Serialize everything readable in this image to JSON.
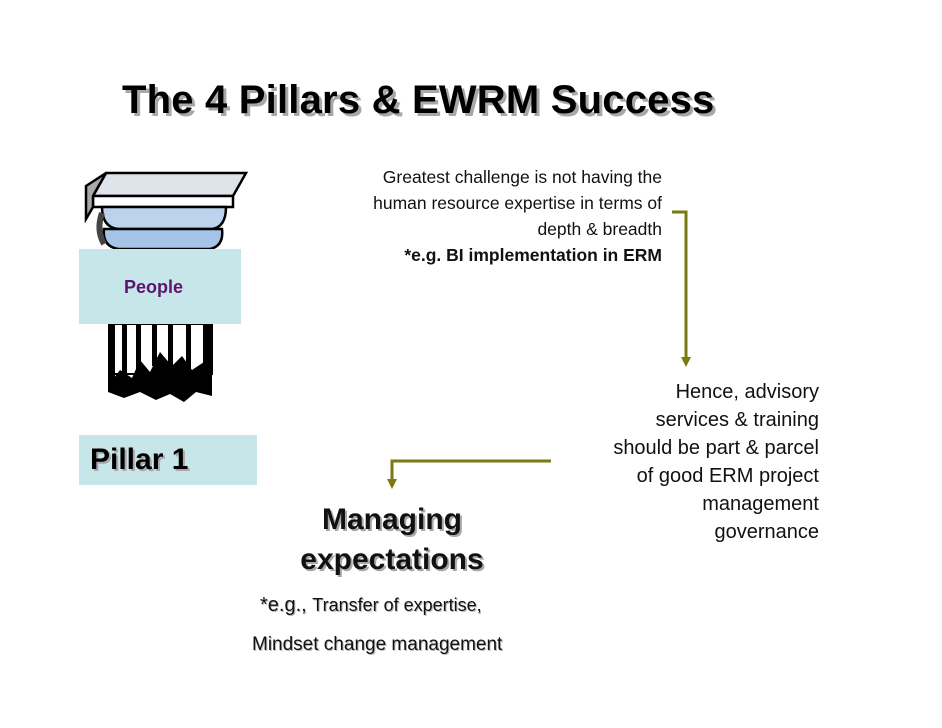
{
  "title": "The 4 Pillars & EWRM Success",
  "challenge": {
    "lines": [
      "Greatest challenge is not having the",
      "human resource expertise in terms of",
      "depth & breadth"
    ],
    "example": "*e.g. BI implementation in ERM"
  },
  "pillar": {
    "tag": "People",
    "name": "Pillar 1"
  },
  "hence": {
    "lines": [
      "Hence, advisory",
      "services & training",
      "should be part & parcel",
      "of good ERM project",
      "management",
      "governance"
    ]
  },
  "managing": {
    "line1": "Managing",
    "line2": "expectations"
  },
  "examples": {
    "prefix": "*e.g., ",
    "line1": "Transfer of expertise,",
    "line2": "Mindset change management"
  },
  "colors": {
    "arrow": "#7a7a12",
    "box": "#c7e6ea",
    "people_text": "#5d1470"
  },
  "icons": [
    "column-icon"
  ]
}
